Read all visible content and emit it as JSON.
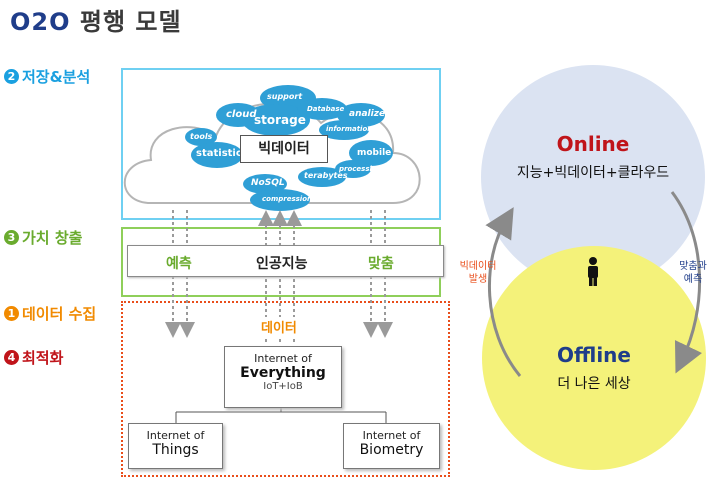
{
  "title": {
    "prefix": "O2O",
    "rest": " 평행 모델"
  },
  "steps": [
    {
      "num": "2",
      "label": "저장&분석",
      "color": "#1aa0e0"
    },
    {
      "num": "3",
      "label": "가치 창출",
      "color": "#6aab2e"
    },
    {
      "num": "1",
      "label": "데이터 수집",
      "color": "#f18a00"
    },
    {
      "num": "4",
      "label": "최적화",
      "color": "#c0141a"
    }
  ],
  "cloud_words": [
    "support",
    "Database",
    "cloud",
    "storage",
    "analize",
    "information",
    "tools",
    "statistics",
    "mobile",
    "processing",
    "terabytes",
    "NoSQL",
    "compression"
  ],
  "bigdata_label": "빅데이터",
  "value_bar": {
    "left": "예측",
    "center": "인공지능",
    "right": "맞춤"
  },
  "data_label": "데이터",
  "ioe": {
    "line1": "Internet of",
    "line2": "Everything",
    "line3": "IoT+IoB"
  },
  "iot": {
    "line1": "Internet of",
    "line2": "Things"
  },
  "iob": {
    "line1": "Internet of",
    "line2": "Biometry"
  },
  "online": {
    "title": "Online",
    "subtitle": "지능+빅데이터+클라우드"
  },
  "offline": {
    "title": "Offline",
    "subtitle": "더 나은 세상"
  },
  "left_arrow_label": {
    "line1": "빅데이터",
    "line2": "발생"
  },
  "right_arrow_label": {
    "line1": "맞춤과",
    "line2": "예측"
  },
  "colors": {
    "online_circle": "#dbe3f2",
    "offline_circle": "#f4f27a",
    "online_title": "#c0141a",
    "offline_title": "#1f3d8a",
    "cloud_blue": "#2f9fd6",
    "arrow_gray": "#9a9a9a"
  }
}
